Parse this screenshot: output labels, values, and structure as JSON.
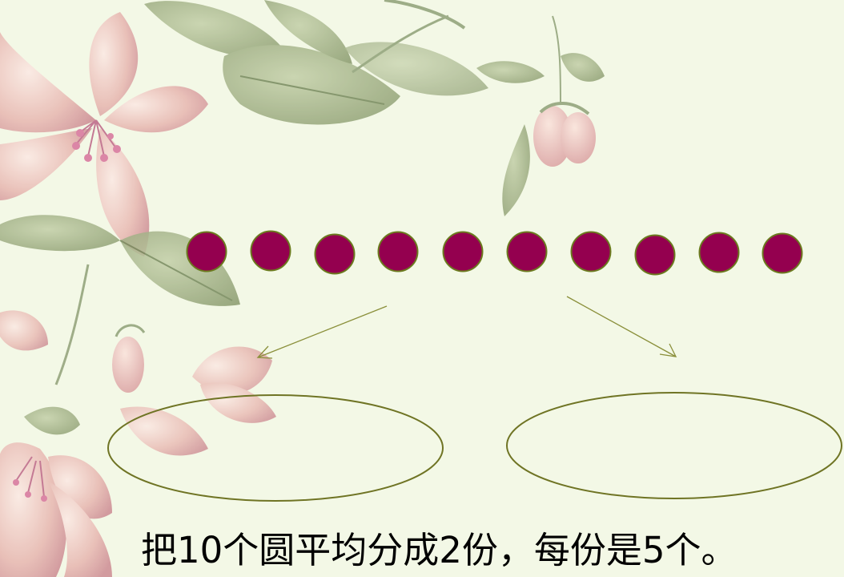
{
  "slide": {
    "caption": "把10个圆平均分成2份，每份是5个。"
  },
  "diagram": {
    "circle_count": 10,
    "group_count": 2,
    "per_group": 5,
    "colors": {
      "background": "#f3f8e6",
      "dot_fill": "#94004f",
      "dot_stroke": "#6b7a1e",
      "ellipse_stroke": "#6f7424",
      "arrow_stroke": "#8a8f3a",
      "caption": "#000000"
    }
  },
  "decoration": {
    "motif": "floral-watercolor-background",
    "colors": {
      "petal": "#e8b8b4",
      "petal_dark": "#c98a8f",
      "stamen": "#d97aa0",
      "leaf": "#9aab7f",
      "leaf_dark": "#6f8257"
    }
  }
}
